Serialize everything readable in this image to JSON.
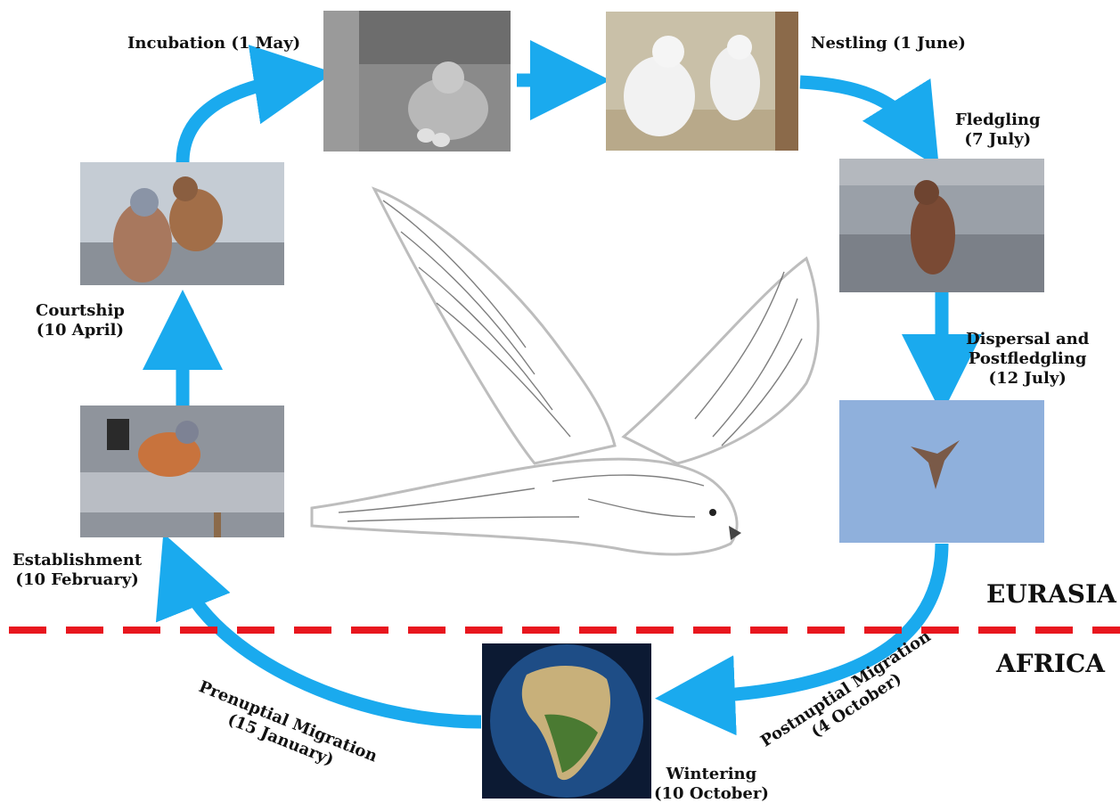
{
  "colors": {
    "arrow": "#1aaaee",
    "divider": "#e8161e",
    "text": "#111111"
  },
  "regions": {
    "upper": "EURASIA",
    "lower": "AFRICA"
  },
  "stages": {
    "incubation": {
      "line1": "Incubation (1 May)",
      "photo": "brooding-kestrel-nest-photo"
    },
    "nestling": {
      "line1": "Nestling (1 June)",
      "photo": "white-chicks-photo"
    },
    "fledgling": {
      "line1": "Fledgling",
      "line2": "(7 July)",
      "photo": "fledgling-on-ledge-photo"
    },
    "dispersal": {
      "line1": "Dispersal and",
      "line2": "Postfledgling",
      "line3": "(12 July)",
      "photo": "kestrel-in-sky-photo"
    },
    "postnuptial": {
      "line1": "Postnuptial Migration",
      "line2": "(4 October)"
    },
    "wintering": {
      "line1": "Wintering",
      "line2": "(10 October)",
      "photo": "africa-globe-photo"
    },
    "prenuptial": {
      "line1": "Prenuptial Migration",
      "line2": "(15 January)"
    },
    "establishment": {
      "line1": "Establishment",
      "line2": "(10 February)",
      "photo": "male-at-nest-box-photo"
    },
    "courtship": {
      "line1": "Courtship",
      "line2": "(10 April)",
      "photo": "pair-on-ledge-photo"
    }
  },
  "center_illustration": "kestrel-flight-sketch"
}
